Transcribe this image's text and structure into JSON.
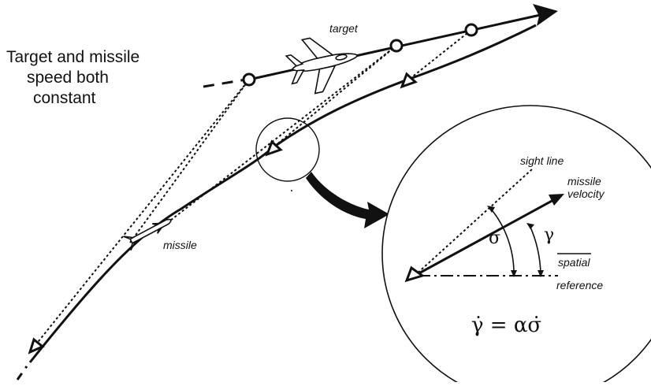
{
  "diagram": {
    "caption_lines": [
      "Target and missile",
      "speed both",
      "constant"
    ],
    "target_label": "target",
    "missile_label": "missile",
    "inset": {
      "sight_line_label": "sight line",
      "missile_velocity_label": [
        "missile",
        "velocity"
      ],
      "sigma_symbol": "σ",
      "gamma_symbol": "γ",
      "spatial_reference_label": [
        "spatial",
        "reference"
      ],
      "equation": "γ̇ = ασ̇"
    }
  }
}
